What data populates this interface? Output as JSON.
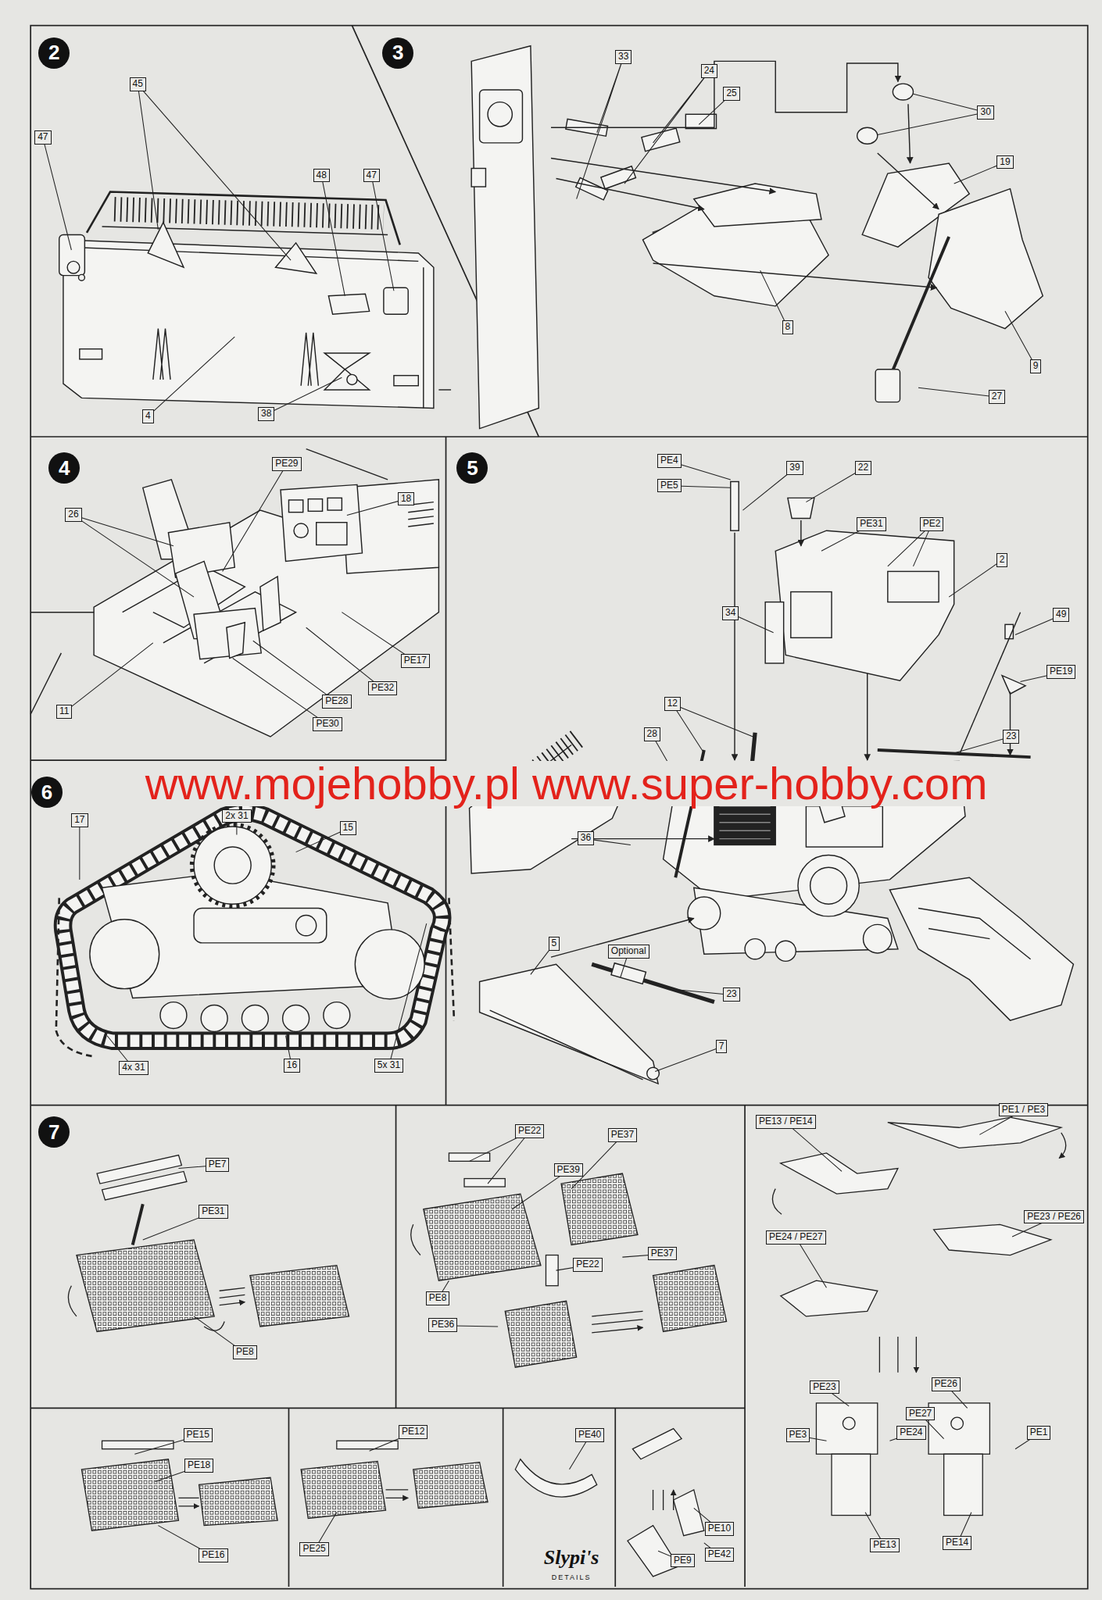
{
  "diagram": {
    "nodes": [
      {
        "text": [
          "2"
        ]
      },
      {
        "text": [
          "45"
        ]
      },
      {
        "text": [
          "47"
        ]
      },
      {
        "text": [
          "48"
        ]
      },
      {
        "text": [
          "47"
        ]
      },
      {
        "text": [
          "4"
        ]
      },
      {
        "text": [
          "38"
        ]
      },
      {
        "text": [
          "3"
        ]
      },
      {
        "text": [
          "33"
        ]
      },
      {
        "text": [
          "24"
        ]
      },
      {
        "text": [
          "25"
        ]
      },
      {
        "text": [
          "30"
        ]
      },
      {
        "text": [
          "19"
        ]
      },
      {
        "text": [
          "8"
        ]
      },
      {
        "text": [
          "9"
        ]
      },
      {
        "text": [
          "27"
        ]
      },
      {
        "text": [
          "4"
        ]
      },
      {
        "text": [
          "26"
        ]
      },
      {
        "text": [
          "PE29"
        ]
      },
      {
        "text": [
          "18"
        ]
      },
      {
        "text": [
          "PE17"
        ]
      },
      {
        "text": [
          "PE32"
        ]
      },
      {
        "text": [
          "PE28"
        ]
      },
      {
        "text": [
          "PE30"
        ]
      },
      {
        "text": [
          "11"
        ]
      },
      {
        "text": [
          "5"
        ]
      },
      {
        "text": [
          "PE4"
        ]
      },
      {
        "text": [
          "PE5"
        ]
      },
      {
        "text": [
          "39"
        ]
      },
      {
        "text": [
          "22"
        ]
      },
      {
        "text": [
          "PE31"
        ]
      },
      {
        "text": [
          "PE2"
        ]
      },
      {
        "text": [
          "2"
        ]
      },
      {
        "text": [
          "34"
        ]
      },
      {
        "text": [
          "49"
        ]
      },
      {
        "text": [
          "PE19"
        ]
      },
      {
        "text": [
          "12"
        ]
      },
      {
        "text": [
          "28"
        ]
      },
      {
        "text": [
          "23"
        ]
      },
      {
        "text": [
          "36"
        ]
      },
      {
        "text": [
          "5"
        ]
      },
      {
        "text": [
          "Optional"
        ]
      },
      {
        "text": [
          "23"
        ]
      },
      {
        "text": [
          "7"
        ]
      },
      {
        "text": [
          "6"
        ]
      },
      {
        "text": [
          "17"
        ]
      },
      {
        "text": [
          "2x 31"
        ]
      },
      {
        "text": [
          "15"
        ]
      },
      {
        "text": [
          "4x 31"
        ]
      },
      {
        "text": [
          "16"
        ]
      },
      {
        "text": [
          "5x 31"
        ]
      },
      {
        "text": [
          "7"
        ]
      },
      {
        "text": [
          "PE7"
        ]
      },
      {
        "text": [
          "PE31"
        ]
      },
      {
        "text": [
          "PE8"
        ]
      },
      {
        "text": [
          "PE22"
        ]
      },
      {
        "text": [
          "PE37"
        ]
      },
      {
        "text": [
          "PE39"
        ]
      },
      {
        "text": [
          "PE37"
        ]
      },
      {
        "text": [
          "PE22"
        ]
      },
      {
        "text": [
          "PE8"
        ]
      },
      {
        "text": [
          "PE36"
        ]
      },
      {
        "text": [
          "PE13 / PE14"
        ]
      },
      {
        "text": [
          "PE1 / PE3"
        ]
      },
      {
        "text": [
          "PE23 / PE26"
        ]
      },
      {
        "text": [
          "PE24 / PE27"
        ]
      },
      {
        "text": [
          "PE23"
        ]
      },
      {
        "text": [
          "PE26"
        ]
      },
      {
        "text": [
          "PE27"
        ]
      },
      {
        "text": [
          "PE3"
        ]
      },
      {
        "text": [
          "PE24"
        ]
      },
      {
        "text": [
          "PE1"
        ]
      },
      {
        "text": [
          "PE13"
        ]
      },
      {
        "text": [
          "PE14"
        ]
      },
      {
        "text": [
          "PE15"
        ]
      },
      {
        "text": [
          "PE18"
        ]
      },
      {
        "text": [
          "PE16"
        ]
      },
      {
        "text": [
          "PE12"
        ]
      },
      {
        "text": [
          "PE25"
        ]
      },
      {
        "text": [
          "PE40"
        ]
      },
      {
        "text": [
          "PE10"
        ]
      },
      {
        "text": [
          "PE42"
        ]
      },
      {
        "text": [
          "PE9"
        ]
      }
    ],
    "labels": [
      "www.mojehobby.pl www.super-hobby.com",
      "Slypi's",
      "DETAILS"
    ]
  }
}
